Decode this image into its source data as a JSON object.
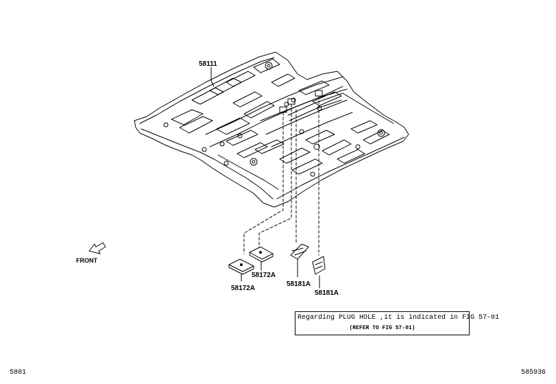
{
  "labels": {
    "floor_pan": "58111",
    "plug_a_left": "58172A",
    "plug_a_right": "58172A",
    "plug_b_left": "58181A",
    "plug_b_right": "58181A",
    "front": "FRONT"
  },
  "note": {
    "line1": "Regarding PLUG HOLE ,it is indicated in FIG 57-01",
    "line2": "(REFER TO FIG 57-01)"
  },
  "footer": {
    "left_code": "5801",
    "right_code": "585936"
  }
}
